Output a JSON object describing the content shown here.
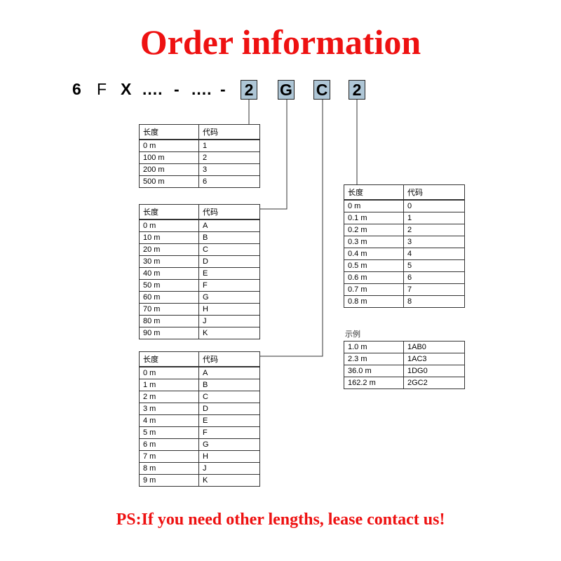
{
  "title": "Order information",
  "code": {
    "prefix": [
      "6",
      "F",
      "X",
      "....",
      "-",
      "....",
      "-"
    ],
    "boxes": [
      "2",
      "G",
      "C",
      "2"
    ]
  },
  "table1": {
    "headers": [
      "长度",
      "代码"
    ],
    "rows": [
      [
        "0 m",
        "1"
      ],
      [
        "100 m",
        "2"
      ],
      [
        "200 m",
        "3"
      ],
      [
        "500 m",
        "6"
      ]
    ]
  },
  "table2": {
    "headers": [
      "长度",
      "代码"
    ],
    "rows": [
      [
        "0 m",
        "A"
      ],
      [
        "10 m",
        "B"
      ],
      [
        "20 m",
        "C"
      ],
      [
        "30 m",
        "D"
      ],
      [
        "40 m",
        "E"
      ],
      [
        "50 m",
        "F"
      ],
      [
        "60 m",
        "G"
      ],
      [
        "70 m",
        "H"
      ],
      [
        "80 m",
        "J"
      ],
      [
        "90 m",
        "K"
      ]
    ]
  },
  "table3": {
    "headers": [
      "长度",
      "代码"
    ],
    "rows": [
      [
        "0 m",
        "A"
      ],
      [
        "1 m",
        "B"
      ],
      [
        "2 m",
        "C"
      ],
      [
        "3 m",
        "D"
      ],
      [
        "4 m",
        "E"
      ],
      [
        "5 m",
        "F"
      ],
      [
        "6 m",
        "G"
      ],
      [
        "7 m",
        "H"
      ],
      [
        "8 m",
        "J"
      ],
      [
        "9 m",
        "K"
      ]
    ]
  },
  "table4": {
    "headers": [
      "长度",
      "代码"
    ],
    "rows": [
      [
        "0 m",
        "0"
      ],
      [
        "0.1 m",
        "1"
      ],
      [
        "0.2 m",
        "2"
      ],
      [
        "0.3 m",
        "3"
      ],
      [
        "0.4 m",
        "4"
      ],
      [
        "0.5 m",
        "5"
      ],
      [
        "0.6 m",
        "6"
      ],
      [
        "0.7 m",
        "7"
      ],
      [
        "0.8 m",
        "8"
      ]
    ]
  },
  "example": {
    "label": "示例",
    "rows": [
      [
        "1.0 m",
        "1AB0"
      ],
      [
        "2.3 m",
        "1AC3"
      ],
      [
        "36.0 m",
        "1DG0"
      ],
      [
        "162.2 m",
        "2GC2"
      ]
    ]
  },
  "footer": "PS:If you need other lengths, lease contact us!",
  "colors": {
    "title": "#ee1111",
    "box_fill": "#aec6d6"
  }
}
